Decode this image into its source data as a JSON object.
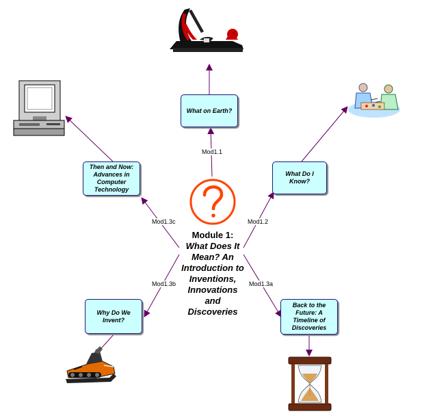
{
  "center": {
    "title_line1": "Module 1:",
    "title_rest": "What Does It Mean? An Introduction to Inventions, Innovations and Discoveries",
    "icon": "question-mark-icon",
    "color": "#ff4400"
  },
  "nodes": {
    "what_on_earth": "What on Earth?",
    "what_do_i_know": "What Do I Know?",
    "then_and_now": "Then and Now: Advances in Computer Technology",
    "why_do_we_invent": "Why Do We Invent?",
    "back_to_future": "Back to the Future: A Timeline of Discoveries"
  },
  "links": {
    "mod1_1": "Mod1.1",
    "mod1_2": "Mod1.2",
    "mod1_3a": "Mod1.3a",
    "mod1_3b": "Mod1.3b",
    "mod1_3c": "Mod1.3c"
  },
  "images": {
    "plane_tool": "hand-plane-icon",
    "computer": "computer-icon",
    "people": "people-talking-icon",
    "snowmobile": "snowmobile-icon",
    "hourglass": "hourglass-icon"
  },
  "colors": {
    "node_fill": "#ccffff",
    "node_border": "#1a1a7a",
    "arrow": "#660066"
  }
}
